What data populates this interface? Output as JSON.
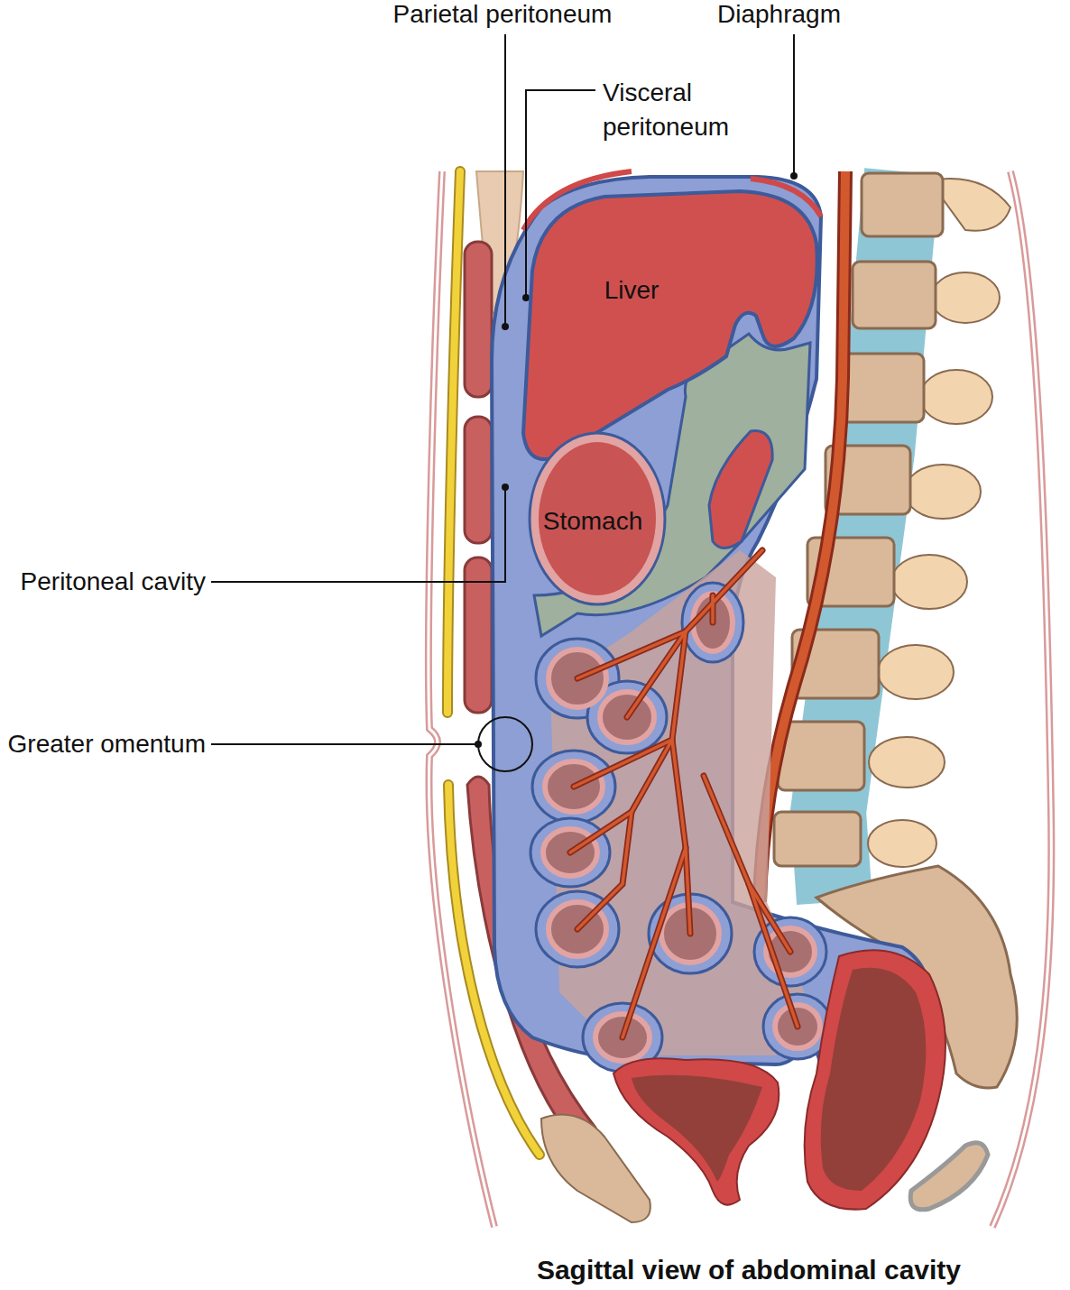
{
  "diagram": {
    "caption": "Sagittal view of abdominal cavity",
    "nodes": [
      {
        "text": [
          "Liver"
        ]
      },
      {
        "text": [
          "Stomach"
        ]
      }
    ],
    "labels": [
      "Parietal peritoneum",
      "Visceral peritoneum",
      "Diaphragm",
      "Peritoneal cavity",
      "Greater omentum"
    ]
  }
}
